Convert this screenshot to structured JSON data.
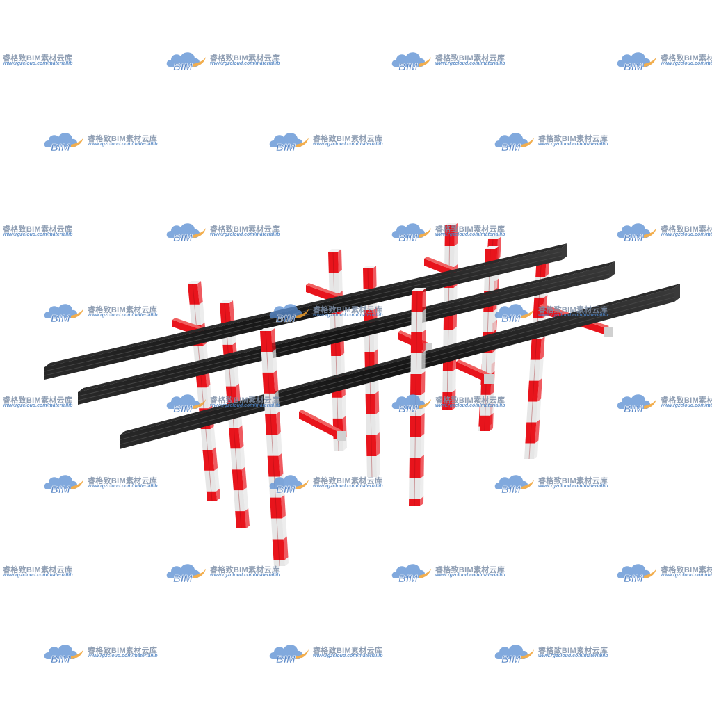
{
  "watermark": {
    "brand_title": "睿格致BIM素材云库",
    "brand_url": "www.rgzcloud.com/materiallib",
    "logo_text": "BIM",
    "colors": {
      "cloud": "#5b8fd3",
      "cloud_dark": "#3f74be",
      "accent_orange": "#f0a030",
      "title_gray": "#7d8fa8"
    }
  },
  "model": {
    "description_icon": "rebar-cage-3d-model",
    "colors": {
      "rail_black": "#1e1e1e",
      "post_red": "#e8141c",
      "post_white": "#e6e6e6",
      "bracket_red": "#e8141c",
      "bracket_gray": "#d0d0d0"
    }
  }
}
